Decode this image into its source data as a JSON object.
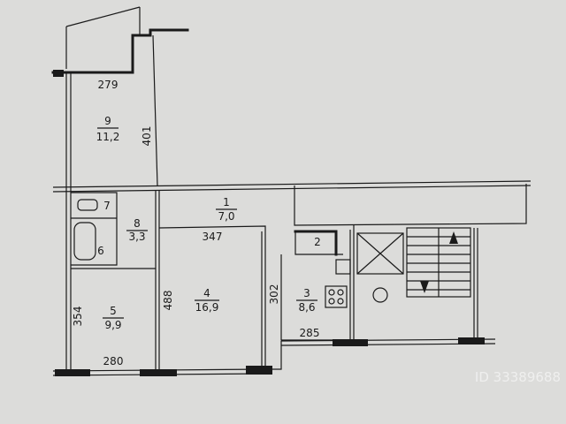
{
  "rooms": [
    {
      "id": "9",
      "num": "9",
      "area": "11,2"
    },
    {
      "id": "1",
      "num": "1",
      "area": "7,0"
    },
    {
      "id": "7",
      "num": "7",
      "area": ""
    },
    {
      "id": "8",
      "num": "8",
      "area": "3,3"
    },
    {
      "id": "6",
      "num": "6",
      "area": ""
    },
    {
      "id": "2",
      "num": "2",
      "area": ""
    },
    {
      "id": "4",
      "num": "4",
      "area": "16,9"
    },
    {
      "id": "3",
      "num": "3",
      "area": "8,6"
    },
    {
      "id": "5",
      "num": "5",
      "area": "9,9"
    }
  ],
  "dimensions": {
    "balcony_width": "279",
    "room9_depth": "401",
    "room4_width": "347",
    "room4_depth": "488",
    "room5_depth": "354",
    "room5_width": "280",
    "kitchen_depth": "302",
    "kitchen_width": "285"
  },
  "watermark": "ID 33389688"
}
